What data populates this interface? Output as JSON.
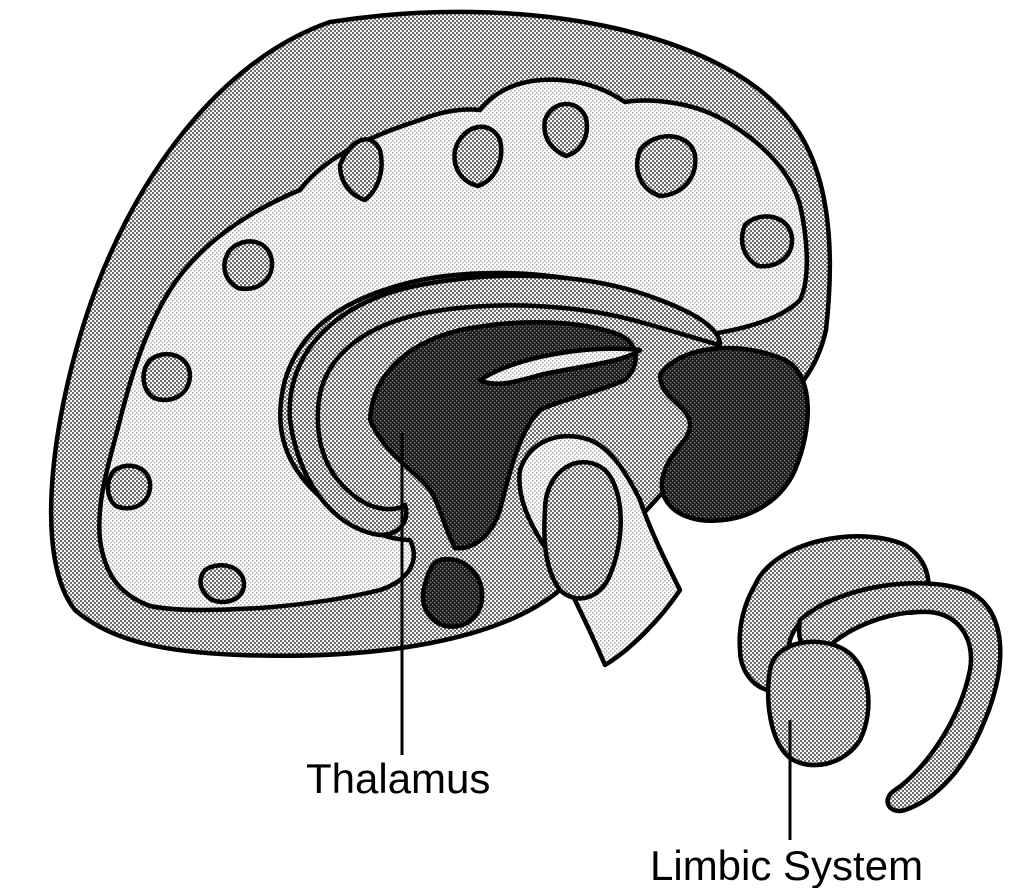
{
  "diagram": {
    "labels": {
      "thalamus": "Thalamus",
      "limbic_system": "Limbic System"
    },
    "regions": [
      "cerebral-cortex",
      "white-matter",
      "corpus-callosum",
      "thalamus",
      "basal-ganglia",
      "brainstem",
      "hypothalamus",
      "limbic-system"
    ],
    "colors": {
      "outline": "#000000",
      "cortex_dots": "#8a8a8a",
      "white_matter_dots": "#c8c8c8",
      "deep_structure_dots": "#3a3a3a",
      "background": "#ffffff"
    }
  }
}
